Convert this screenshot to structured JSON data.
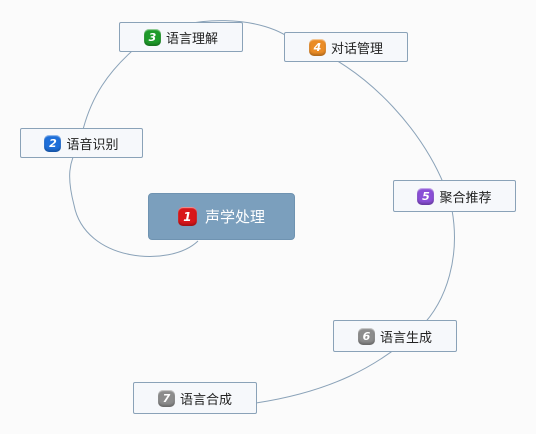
{
  "nodes": [
    {
      "id": "n1",
      "num": "1",
      "label": "声学处理",
      "color": "#d9161a"
    },
    {
      "id": "n2",
      "num": "2",
      "label": "语音识别",
      "color": "#1e6fd9"
    },
    {
      "id": "n3",
      "num": "3",
      "label": "语言理解",
      "color": "#1f9a2a"
    },
    {
      "id": "n4",
      "num": "4",
      "label": "对话管理",
      "color": "#ea8c26"
    },
    {
      "id": "n5",
      "num": "5",
      "label": "聚合推荐",
      "color": "#8a4fd6"
    },
    {
      "id": "n6",
      "num": "6",
      "label": "语言生成",
      "color": "#8c8c8c"
    },
    {
      "id": "n7",
      "num": "7",
      "label": "语言合成",
      "color": "#8c8c8c"
    }
  ],
  "colors": {
    "connector": "#8aa2b8",
    "central_fill": "#7b9fbd",
    "node_fill": "#f6f8fb"
  }
}
